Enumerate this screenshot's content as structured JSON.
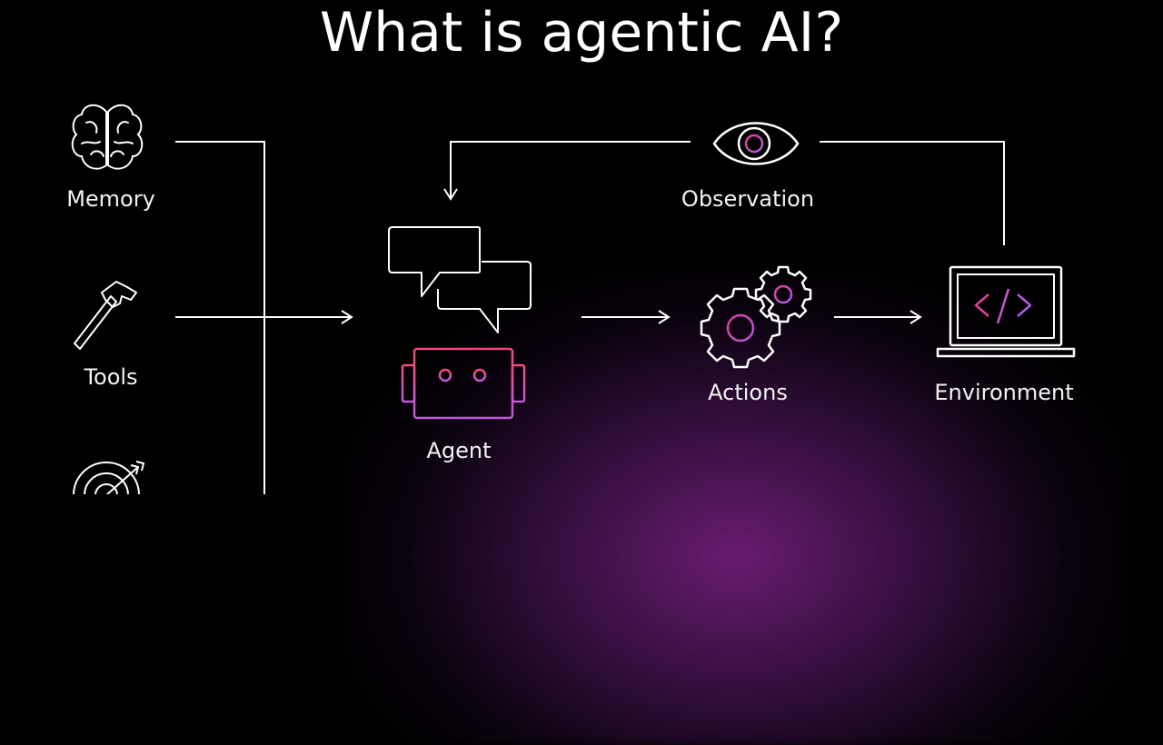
{
  "title": "What is agentic AI?",
  "nodes": {
    "memory": {
      "label": "Memory",
      "icon": "brain-icon"
    },
    "tools": {
      "label": "Tools",
      "icon": "hammer-icon"
    },
    "goal": {
      "icon": "target-icon"
    },
    "agent": {
      "label": "Agent",
      "icon": "robot-chat-icon"
    },
    "actions": {
      "label": "Actions",
      "icon": "gears-icon"
    },
    "environment": {
      "label": "Environment",
      "icon": "laptop-code-icon"
    },
    "observation": {
      "label": "Observation",
      "icon": "eye-icon"
    }
  },
  "colors": {
    "background": "#000000",
    "lines": "#ffffff",
    "accent_pink": "#e0409a",
    "accent_purple": "#c061e0",
    "glow": "#8a2ba0"
  }
}
